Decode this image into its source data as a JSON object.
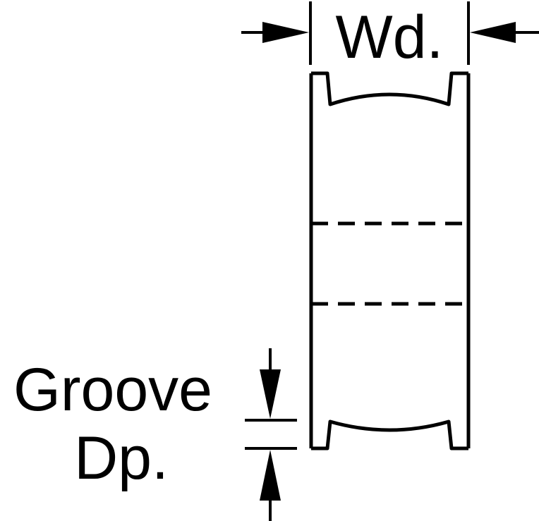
{
  "diagram": {
    "width_label": "Wd.",
    "groove_label_line1": "Groove",
    "groove_label_line2": "Dp.",
    "stroke_color": "#000000",
    "background_color": "#ffffff"
  }
}
